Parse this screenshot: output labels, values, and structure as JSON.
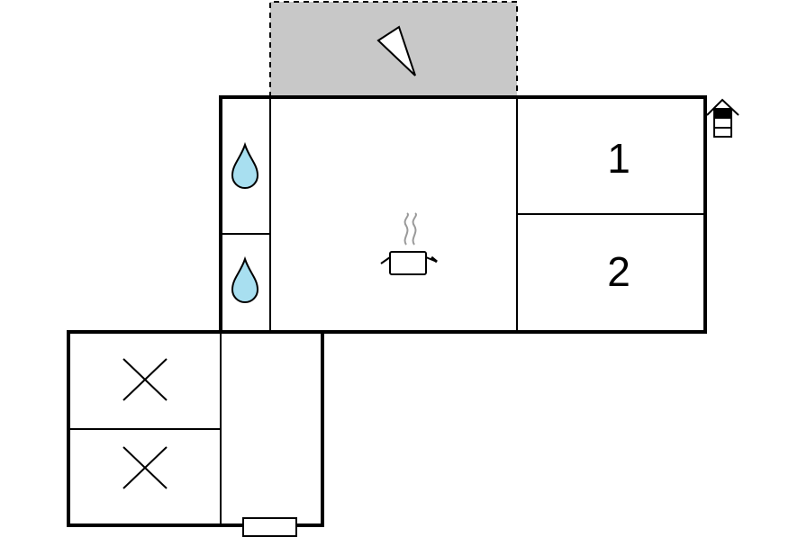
{
  "floorplan": {
    "rooms": [
      {
        "id": "terrace",
        "type": "terrace"
      },
      {
        "id": "bath-1",
        "type": "bathroom",
        "icon": "water-drop-icon"
      },
      {
        "id": "bath-2",
        "type": "bathroom",
        "icon": "water-drop-icon"
      },
      {
        "id": "kitchen",
        "type": "kitchen",
        "icon": "cooking-pot-icon"
      },
      {
        "id": "bedroom-1",
        "type": "bedroom",
        "label": "1"
      },
      {
        "id": "bedroom-2",
        "type": "bedroom",
        "label": "2"
      },
      {
        "id": "hallway",
        "type": "hallway"
      },
      {
        "id": "room-x-1",
        "type": "other",
        "icon": "cross-icon"
      },
      {
        "id": "room-x-2",
        "type": "other",
        "icon": "cross-icon"
      }
    ],
    "bedroom_1_label": "1",
    "bedroom_2_label": "2",
    "icons": [
      "view-direction-icon",
      "house-entrance-icon",
      "door-icon"
    ],
    "colors": {
      "wall": "#000000",
      "terrace_fill": "#c8c8c8",
      "water": "#a8dff0"
    }
  }
}
